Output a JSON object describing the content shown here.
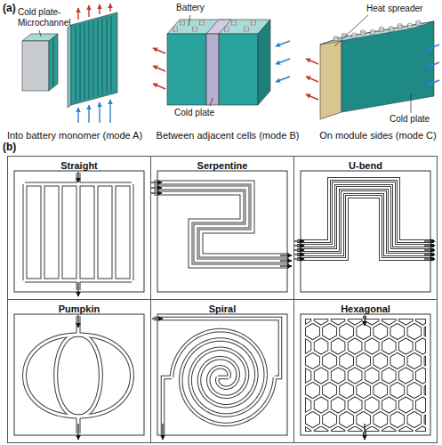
{
  "diagram": {
    "nodes": [
      {
        "text": [
          "Straight"
        ]
      },
      {
        "text": [
          "Serpentine"
        ]
      },
      {
        "text": [
          "U-bend"
        ]
      },
      {
        "text": [
          "Pumpkin"
        ]
      },
      {
        "text": [
          "Spiral"
        ]
      },
      {
        "text": [
          "Hexagonal"
        ]
      }
    ],
    "labels": [
      "(a)",
      "Cold plate-Microchannel",
      "Battery",
      "Heat spreader",
      "Cold plate",
      "Cold plate",
      "Into battery monomer (mode A)",
      "Between adjacent cells (mode B)",
      "On module sides (mode C)",
      "(b)"
    ]
  }
}
